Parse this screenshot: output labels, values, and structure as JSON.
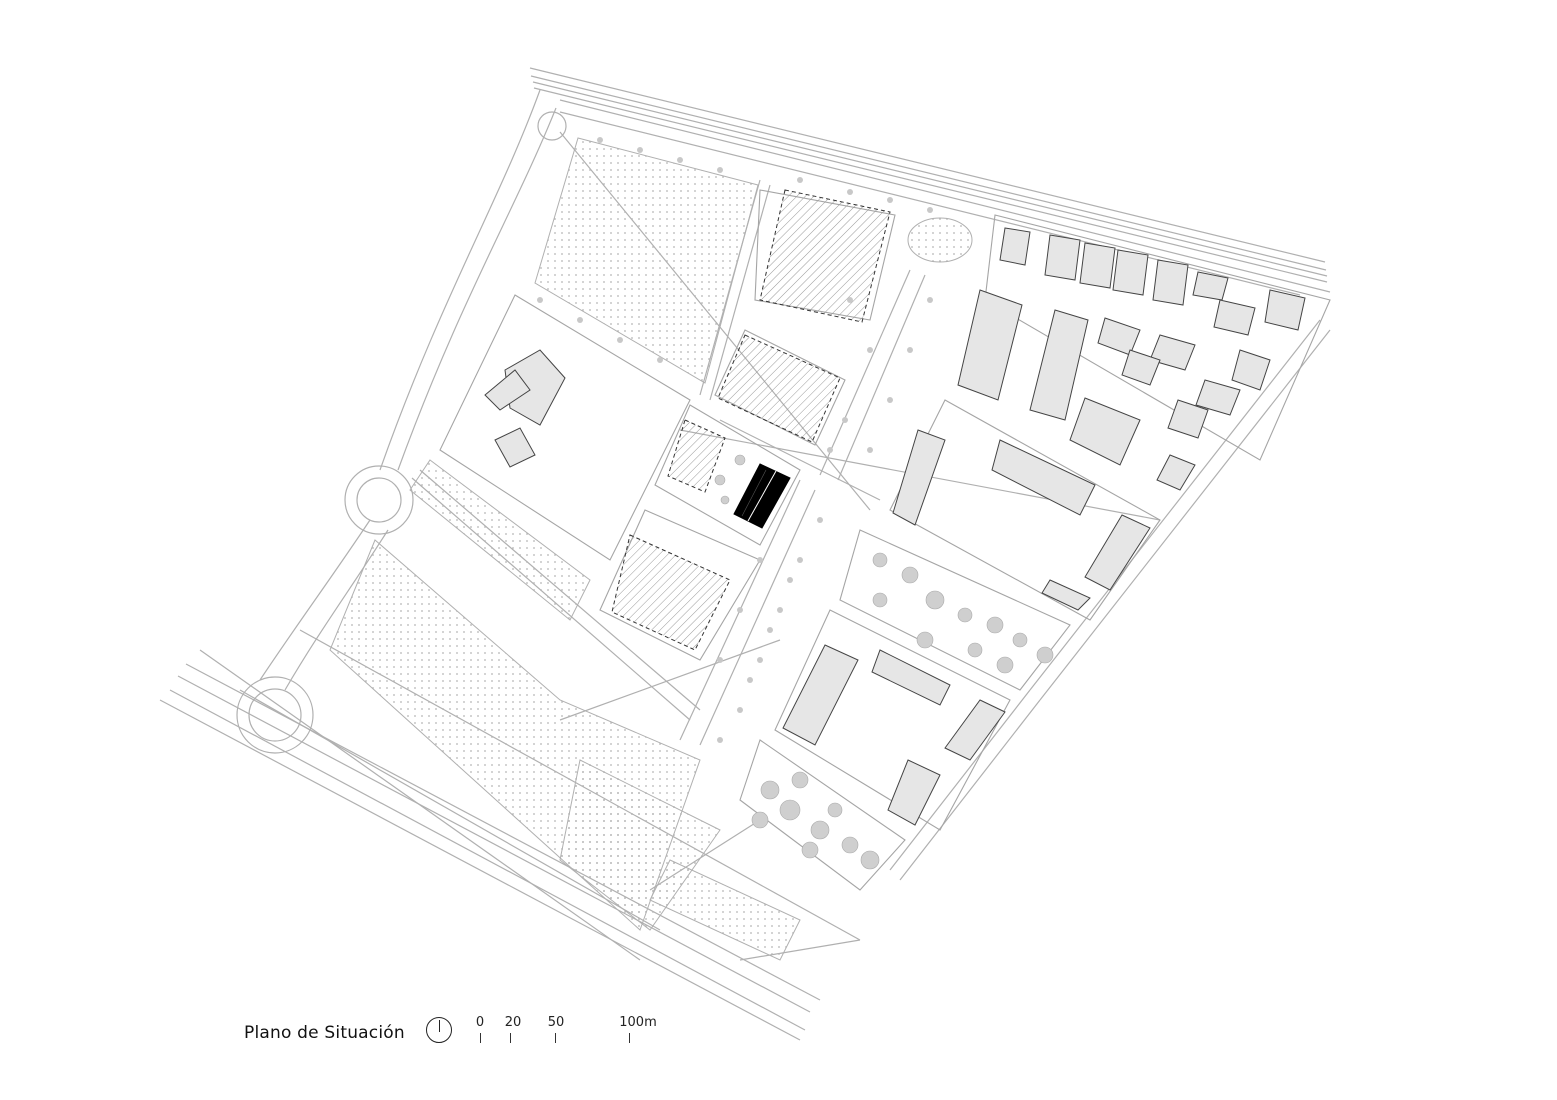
{
  "map": {
    "title": "Plano de Situación",
    "north_symbol": "north-arrow-icon",
    "scale_bar": {
      "labels": [
        "0",
        "20",
        "50",
        "100m"
      ],
      "values_m": [
        0,
        20,
        50,
        100
      ]
    },
    "highlighted_building": "project-site",
    "colors": {
      "line": "#a8a8a8",
      "building_fill": "#e6e6e6",
      "building_stroke": "#444444",
      "highlight_fill": "#000000",
      "tree_fill": "#cfcfcf",
      "hatch": "#999999"
    }
  }
}
